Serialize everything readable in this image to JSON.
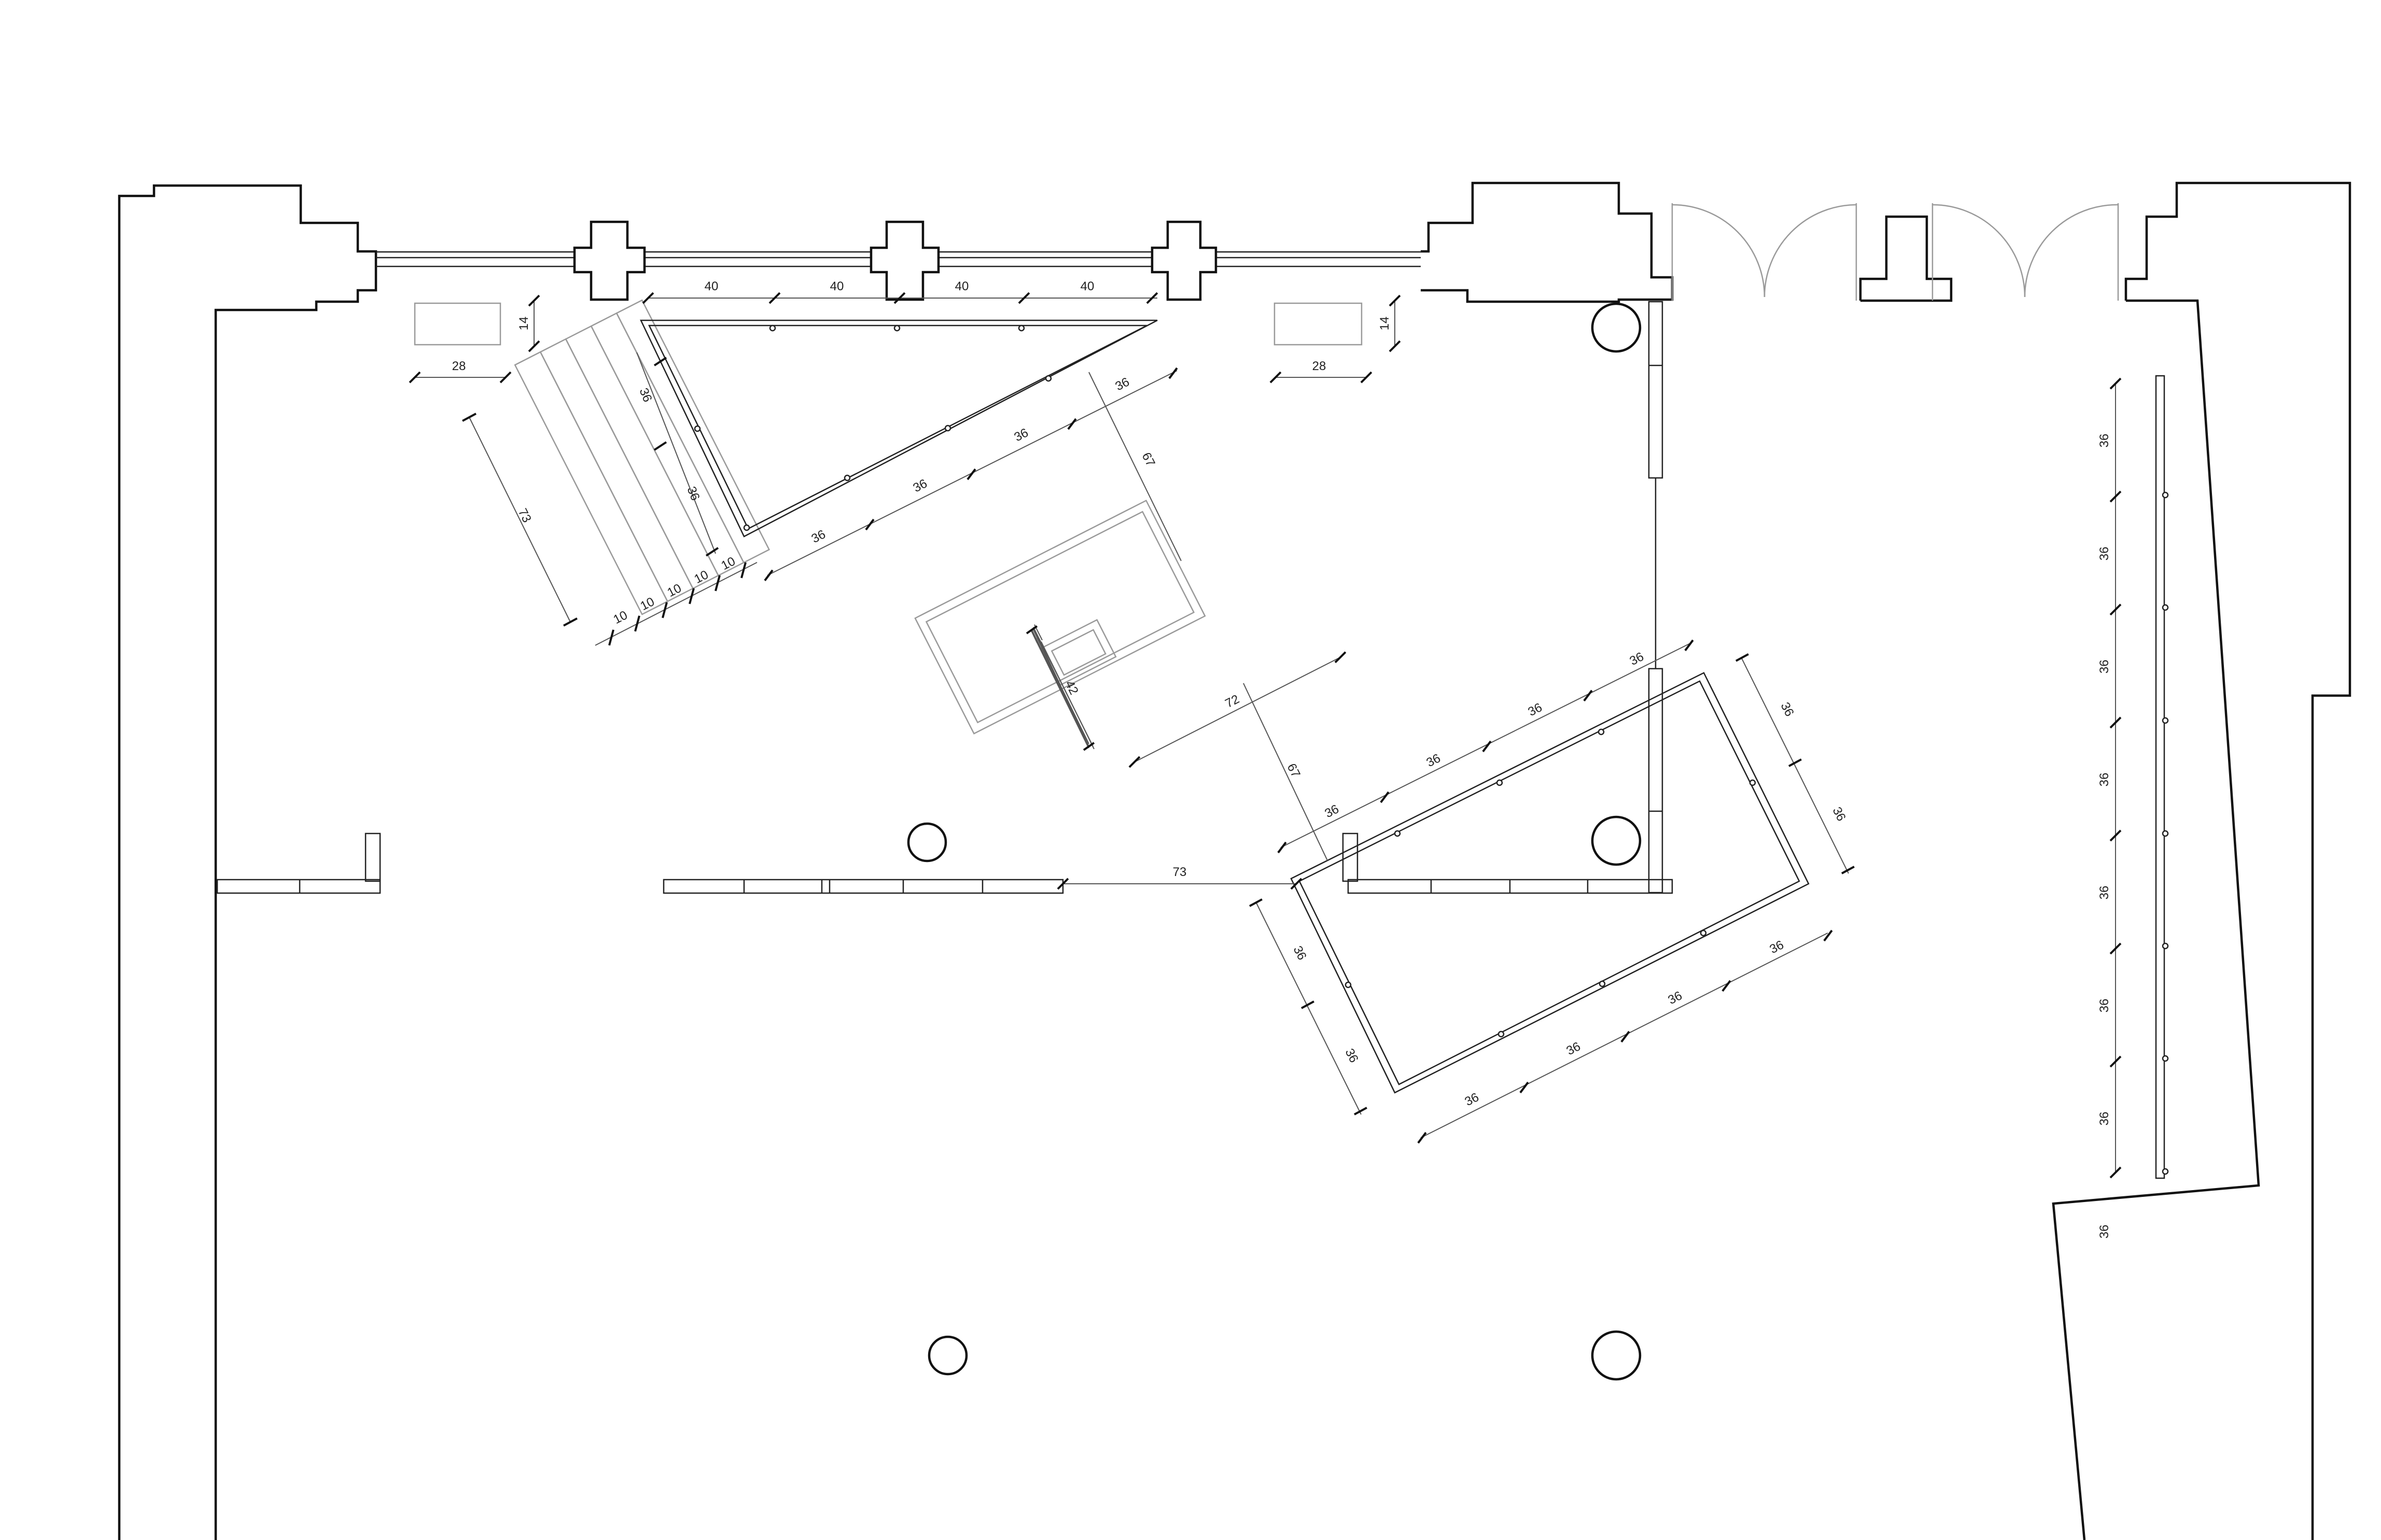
{
  "colors": {
    "line": "#111111",
    "faint": "#9a9a9a",
    "background": "#ffffff"
  },
  "dimensions": {
    "window_bays": [
      "40",
      "40",
      "40",
      "40"
    ],
    "bench_left_depth": "14",
    "bench_left_width": "28",
    "bench_right_depth": "14",
    "bench_right_width": "28",
    "stair_length": "73",
    "stair_treads": [
      "10",
      "10",
      "10",
      "10",
      "10"
    ],
    "tri_side_a": "36",
    "tri_side_b": "36",
    "tri_bottom": [
      "36",
      "36",
      "36",
      "36"
    ],
    "link_upper": "67",
    "table_depth": "42",
    "table_width": "72",
    "link_lower": "67",
    "rect_top": [
      "36",
      "36",
      "36",
      "36"
    ],
    "rect_right": [
      "36",
      "36"
    ],
    "rect_left": [
      "36",
      "36"
    ],
    "rect_bottom": [
      "36",
      "36",
      "36",
      "36"
    ],
    "partition_gap": "73",
    "right_wall_segments": [
      "36",
      "36",
      "36",
      "36",
      "36",
      "36",
      "36",
      "36"
    ]
  }
}
